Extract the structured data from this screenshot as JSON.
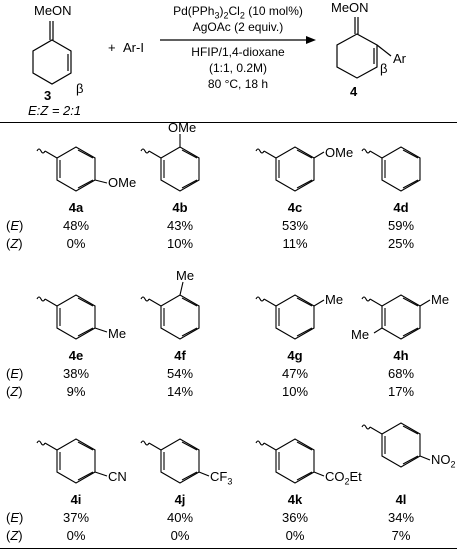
{
  "scheme": {
    "sm_label": "MeON",
    "sm_number": "3",
    "sm_beta": "β",
    "sm_ratio": "E:Z = 2:1",
    "plus": "+",
    "reagent": "Ar-I",
    "cond_line1": "Pd(PPh3)2Cl2 (10 mol%)",
    "cond_line2": "AgOAc (2 equiv.)",
    "cond_line3": "HFIP/1,4-dioxane",
    "cond_line4": "(1:1, 0.2M)",
    "cond_line5": "80 °C, 18 h",
    "prod_label": "MeON",
    "prod_number": "4",
    "prod_beta": "β",
    "prod_ar": "Ar"
  },
  "row_labels": {
    "E": "(E)",
    "Z": "(Z)"
  },
  "substituents": {
    "a": "OMe",
    "b": "OMe",
    "c": "OMe",
    "e": "Me",
    "f": "Me",
    "g": "Me",
    "h_top": "Me",
    "h_left": "Me",
    "i": "CN",
    "j": "CF3",
    "k": "CO2Et",
    "l": "NO2"
  },
  "groups": [
    {
      "compounds": [
        {
          "id": "4a",
          "E": "48%",
          "Z": "0%"
        },
        {
          "id": "4b",
          "E": "43%",
          "Z": "10%"
        },
        {
          "id": "4c",
          "E": "53%",
          "Z": "11%"
        },
        {
          "id": "4d",
          "E": "59%",
          "Z": "25%"
        }
      ]
    },
    {
      "compounds": [
        {
          "id": "4e",
          "E": "38%",
          "Z": "9%"
        },
        {
          "id": "4f",
          "E": "54%",
          "Z": "14%"
        },
        {
          "id": "4g",
          "E": "47%",
          "Z": "10%"
        },
        {
          "id": "4h",
          "E": "68%",
          "Z": "17%"
        }
      ]
    },
    {
      "compounds": [
        {
          "id": "4i",
          "E": "37%",
          "Z": "0%"
        },
        {
          "id": "4j",
          "E": "40%",
          "Z": "0%"
        },
        {
          "id": "4k",
          "E": "36%",
          "Z": "0%"
        },
        {
          "id": "4l",
          "E": "34%",
          "Z": "7%"
        }
      ]
    }
  ]
}
